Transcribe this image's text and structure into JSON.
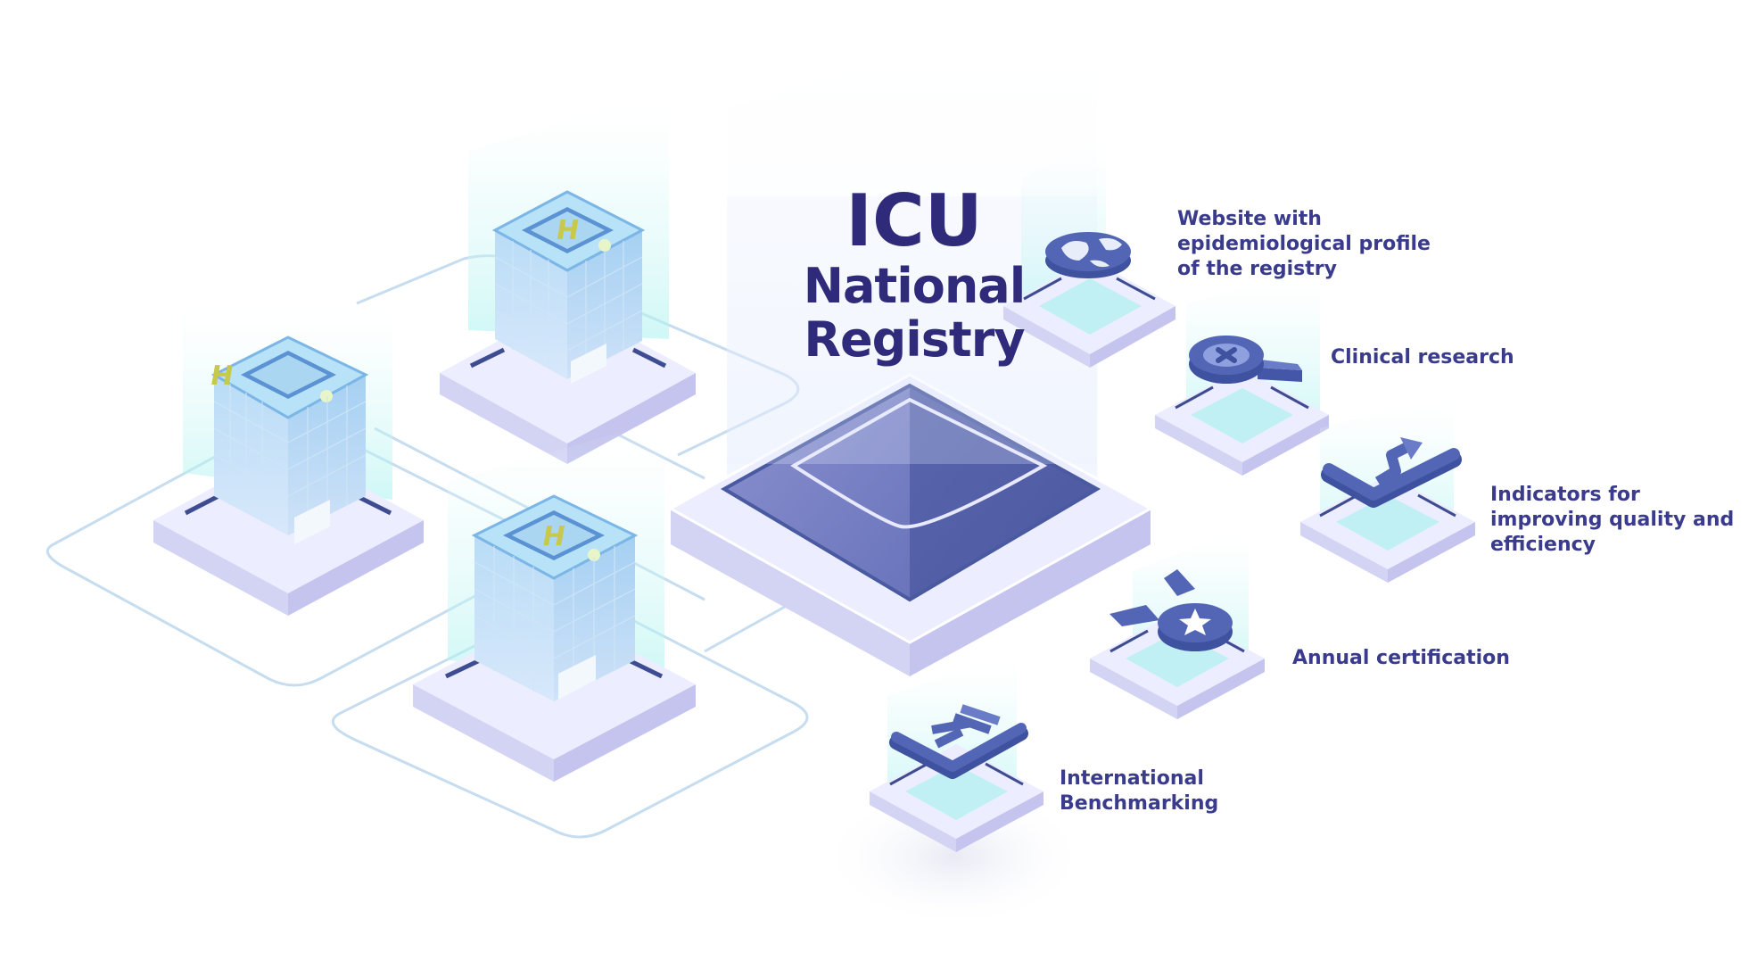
{
  "title": {
    "line1": "ICU",
    "line2": "National",
    "line3": "Registry"
  },
  "colors": {
    "title": "#2f2a7a",
    "label": "#3a3b8c",
    "platform_top": "#eceeff",
    "platform_side": "#cdcdf2",
    "pyramid_dark": "#4e5ba6",
    "pyramid_light": "#7f86c6",
    "glow": "#b7f4f2",
    "icon": "#5266b5",
    "helipad_h": "#c8c84a"
  },
  "nodes": [
    {
      "id": "website",
      "icon": "globe-icon",
      "lines": [
        "Website with",
        "epidemiological profile",
        "of the registry"
      ]
    },
    {
      "id": "research",
      "icon": "magnifier-icon",
      "lines": [
        "Clinical research"
      ]
    },
    {
      "id": "indicators",
      "icon": "trend-arrow-icon",
      "lines": [
        "Indicators for",
        "improving quality and",
        "efficiency"
      ]
    },
    {
      "id": "certification",
      "icon": "star-badge-icon",
      "lines": [
        "Annual certification"
      ]
    },
    {
      "id": "benchmarking",
      "icon": "bar-chart-icon",
      "lines": [
        "International",
        "Benchmarking"
      ]
    }
  ],
  "hospitals": [
    {
      "id": "hospital-1",
      "icon": "hospital-building-icon",
      "helipad": "H"
    },
    {
      "id": "hospital-2",
      "icon": "hospital-building-icon",
      "helipad": "H"
    },
    {
      "id": "hospital-3",
      "icon": "hospital-building-icon",
      "helipad": "H"
    }
  ]
}
